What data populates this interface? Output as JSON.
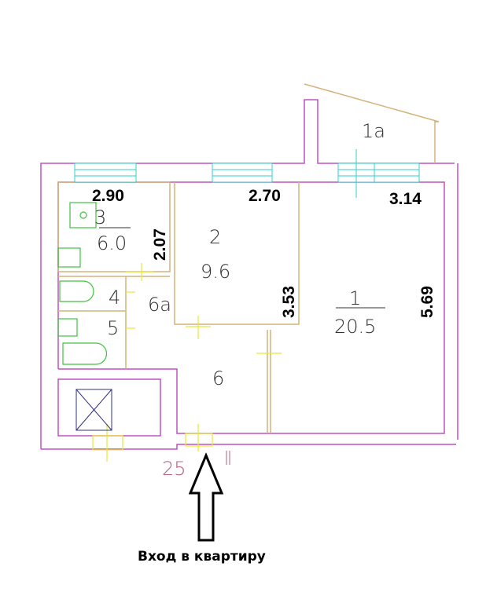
{
  "plan": {
    "dimensions": [
      "2.90",
      "2.70",
      "3.14",
      "2.07",
      "3.53",
      "5.69"
    ],
    "rooms": [
      {
        "id": "1",
        "area": "20.5"
      },
      {
        "id": "2",
        "area": "9.6"
      },
      {
        "id": "3",
        "area": "6.0"
      },
      {
        "id": "4"
      },
      {
        "id": "5"
      },
      {
        "id": "6"
      },
      {
        "id": "6a"
      },
      {
        "id": "1a"
      }
    ],
    "apartment_number": "25",
    "entrance_caption": "Вход в квартиру"
  },
  "colors": {
    "wall": "#c040c0",
    "partition": "#d4b27a",
    "window": "#30d0d0",
    "door": "#e8e830",
    "fixture": "#40c040"
  }
}
